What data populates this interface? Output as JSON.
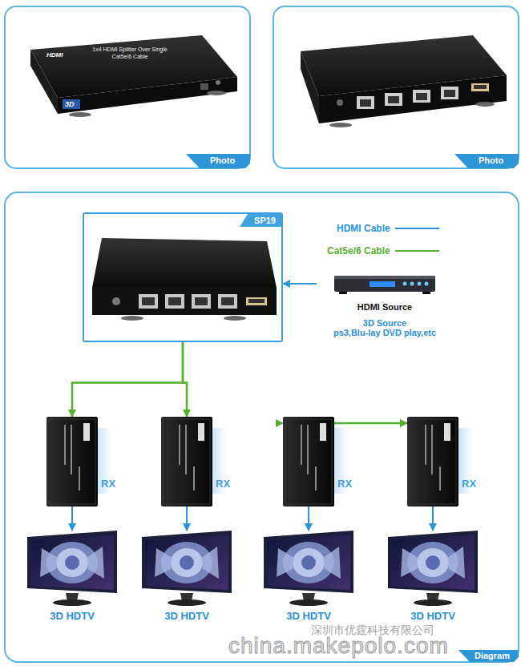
{
  "diagram": {
    "nodes": [
      {
        "text": [
          "SP19"
        ]
      },
      {
        "text": [
          "HDMI Source",
          "3D Source",
          "ps3,Blu-lay DVD play,etc"
        ]
      },
      {
        "text": [
          "RX"
        ]
      },
      {
        "text": [
          "RX"
        ]
      },
      {
        "text": [
          "RX"
        ]
      },
      {
        "text": [
          "RX"
        ]
      },
      {
        "text": [
          "3D HDTV"
        ]
      },
      {
        "text": [
          "3D HDTV"
        ]
      },
      {
        "text": [
          "3D HDTV"
        ]
      },
      {
        "text": [
          "3D HDTV"
        ]
      }
    ],
    "edges": [
      {
        "from": 1,
        "to": 0,
        "arrow": "to"
      },
      {
        "from": 0,
        "to": 2,
        "arrow": "to"
      },
      {
        "from": 0,
        "to": 3,
        "arrow": "to"
      },
      {
        "from": 0,
        "to": 4,
        "arrow": "to"
      },
      {
        "from": 0,
        "to": 5,
        "arrow": "to"
      },
      {
        "from": 2,
        "to": 6,
        "arrow": "to"
      },
      {
        "from": 3,
        "to": 7,
        "arrow": "to"
      },
      {
        "from": 4,
        "to": 8,
        "arrow": "to"
      },
      {
        "from": 5,
        "to": 9,
        "arrow": "to"
      }
    ],
    "labels": [
      "HDMI",
      "1x4 HDMI Splitter Over Single Cat5e/6 Cable",
      "3D",
      "Photo",
      "Photo",
      "Diagram",
      "深圳市优霆科技有限公司",
      "china.makepolo.com"
    ],
    "legend": [
      {
        "text": "HDMI Cable"
      },
      {
        "text": "Cat5e/6 Cable"
      }
    ]
  }
}
